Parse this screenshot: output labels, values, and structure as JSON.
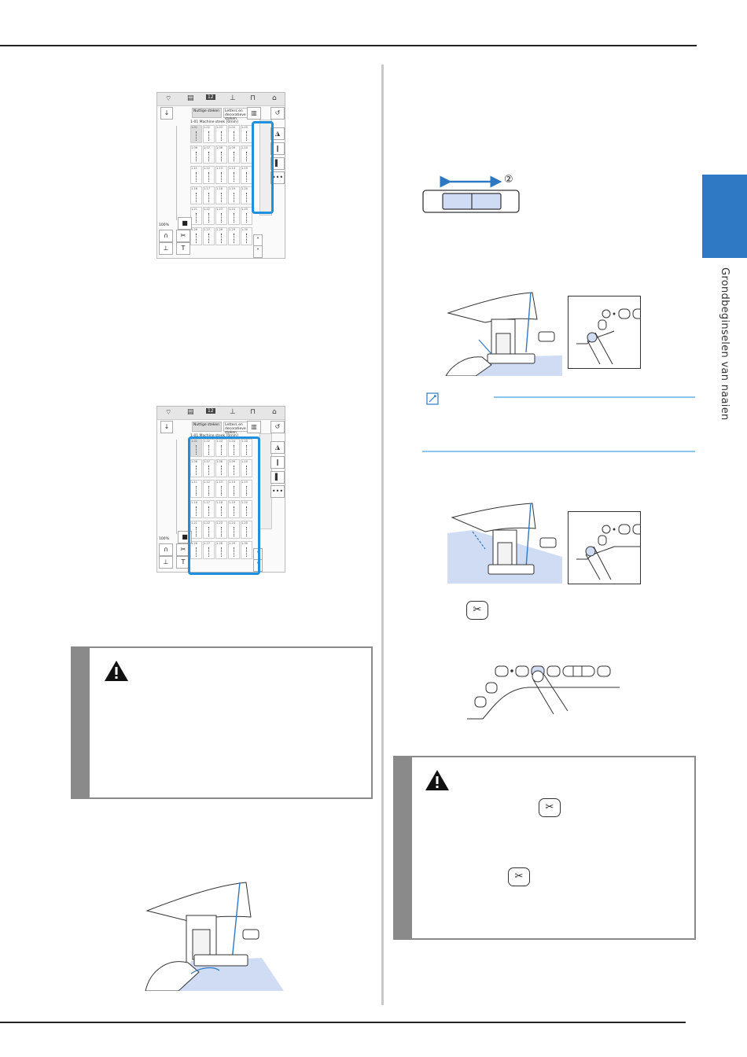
{
  "sidebar": {
    "chapter_label": "Grondbeginselen van naaien"
  },
  "lcd": {
    "tab_utility": "Nuttige steken",
    "tab_letters": "Letters en decoratieve steken",
    "grid_title": "1-01 Machine steek [0mm]",
    "zoom": "100%",
    "stitch_codes": [
      "1-01",
      "1-02",
      "1-03",
      "1-04",
      "1-05",
      "1-06",
      "1-07",
      "1-08",
      "1-09",
      "1-10",
      "1-11",
      "1-12",
      "1-13",
      "1-14",
      "1-15",
      "1-16",
      "1-17",
      "1-18",
      "1-19",
      "1-20",
      "1-21",
      "1-22",
      "1-23",
      "1-24",
      "1-25",
      "1-26",
      "1-27",
      "1-28",
      "1-29",
      "1-30"
    ],
    "status_badge": "12"
  },
  "slider": {
    "marker": "②"
  },
  "icons": {
    "cut_button": "✂",
    "warning": "warning-triangle-icon",
    "note": "memo-icon"
  },
  "colors": {
    "accent": "#2f78c4",
    "highlight": "#1f8fe0",
    "fabric": "#cfdcf4",
    "note_line": "#8fc4ef"
  }
}
